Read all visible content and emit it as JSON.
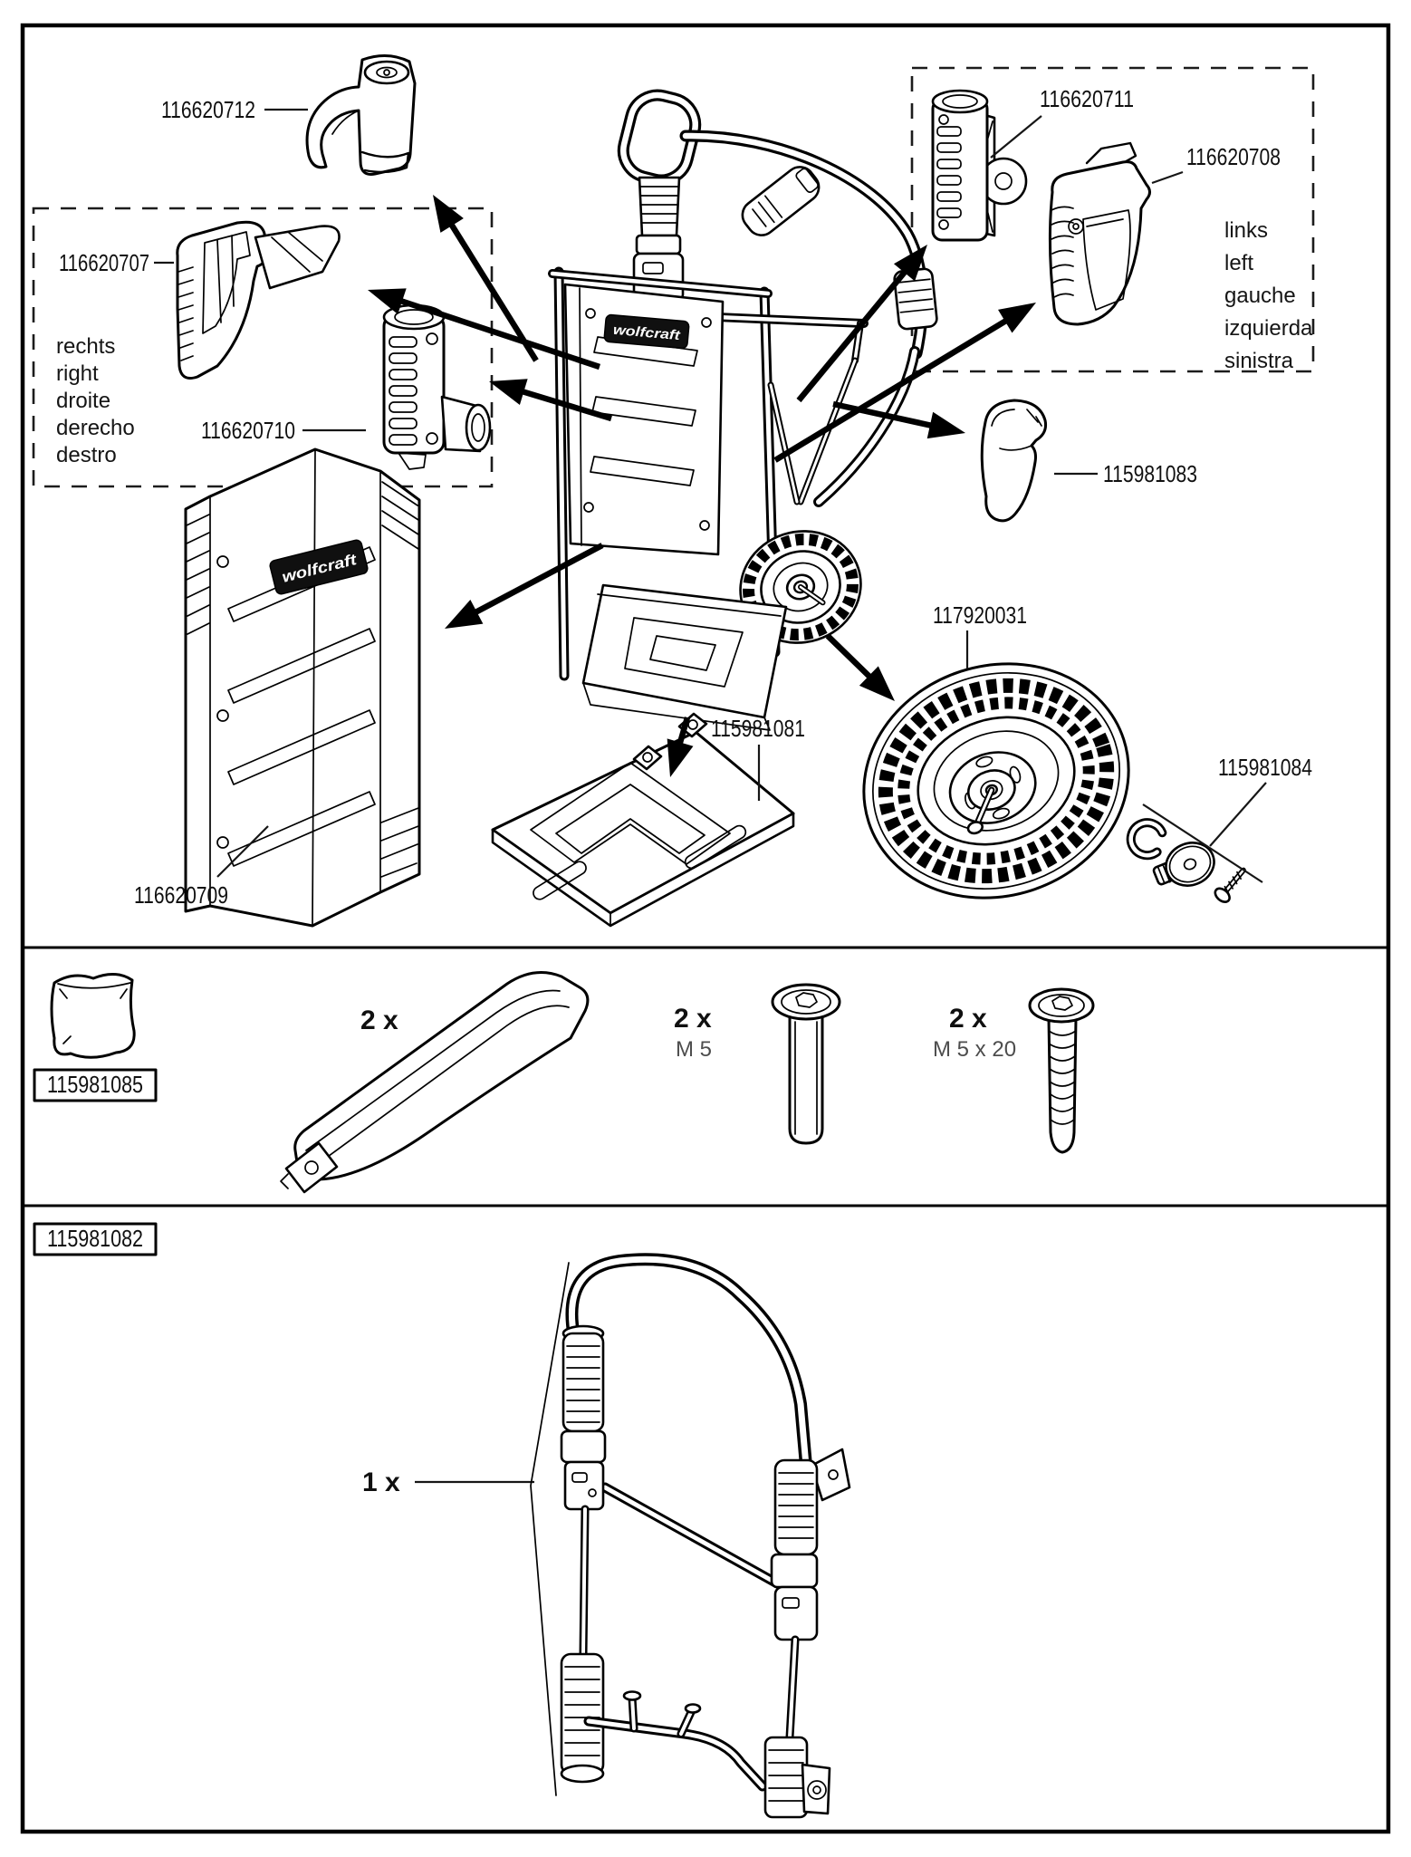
{
  "colors": {
    "line": "#000000",
    "background": "#ffffff"
  },
  "diagram": {
    "part_labels": {
      "p712": "116620712",
      "p707": "116620707",
      "p710": "116620710",
      "p709": "116620709",
      "p711": "116620711",
      "p708": "116620708",
      "p1083": "115981083",
      "p117920031": "117920031",
      "p1084": "115981084",
      "p1081": "115981081"
    },
    "right_side_words": [
      "rechts",
      "right",
      "droite",
      "derecho",
      "destro"
    ],
    "left_side_words": [
      "links",
      "left",
      "gauche",
      "izquierda",
      "sinistra"
    ],
    "brand_logo": "wolfcraft"
  },
  "hardware_section": {
    "kit_number": "115981085",
    "items": [
      {
        "qty": "2 x",
        "spec": ""
      },
      {
        "qty": "2 x",
        "spec": "M 5"
      },
      {
        "qty": "2 x",
        "spec": "M 5 x 20"
      }
    ]
  },
  "frame_section": {
    "kit_number": "115981082",
    "qty": "1 x"
  }
}
